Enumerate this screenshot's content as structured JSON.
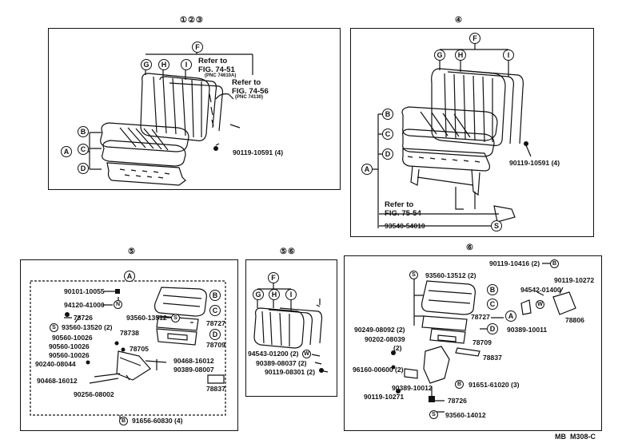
{
  "panels": {
    "p123": {
      "header": "①②③"
    },
    "p4": {
      "header": "④"
    },
    "p5": {
      "header": "⑤"
    },
    "p56": {
      "header": "⑤⑥"
    },
    "p6": {
      "header": "⑥"
    }
  },
  "callouts": {
    "A": "A",
    "B": "B",
    "C": "C",
    "D": "D",
    "F": "F",
    "G": "G",
    "H": "H",
    "I": "I",
    "N": "N",
    "S": "S",
    "W": "W"
  },
  "refs": {
    "ref_fig_7451": "Refer to\nFIG. 74-51",
    "pnc_74610a": "(PNC 74610A)",
    "ref_fig_7456": "Refer to\nFIG. 74-56",
    "pnc_74130": "(PNC 74130)",
    "ref_fig_7554": "Refer to\nFIG. 75-54"
  },
  "parts": {
    "p123_bolt": "90119-10591 (4)",
    "p4_bolt": "90119-10591 (4)",
    "p4_bracket": "93540-54010",
    "p5_90101": "90101-10055",
    "p5_94120": "94120-41000",
    "p5_78726": "78726",
    "p5_93560_left": "93560-13520 (2)",
    "p5_93560_mid": "93560-13512",
    "p5_90560a": "90560-10026",
    "p5_90560b": "90560-10026",
    "p5_90560c": "90560-10026",
    "p5_78738": "78738",
    "p5_78705": "78705",
    "p5_90240": "90240-08044",
    "p5_90468a": "90468-16012",
    "p5_90256": "90256-08002",
    "p5_78727": "78727",
    "p5_78709": "78709",
    "p5_90468b": "90468-16012",
    "p5_90389": "90389-08007",
    "p5_78837": "78837",
    "p5_91656": "91656-60830 (4)",
    "p56_94543": "94543-01200 (2)",
    "p56_90389": "90389-08037 (2)",
    "p56_90119": "90119-08301 (2)",
    "p6_93560a": "93560-13512 (2)",
    "p6_90119a": "90119-10416 (2)",
    "p6_90119b": "90119-10272",
    "p6_94542": "94542-01400",
    "p6_78727": "78727",
    "p6_78806": "78806",
    "p6_90389a": "90389-10011",
    "p6_90249": "90249-08092 (2)",
    "p6_90202": "90202-08039",
    "p6_90202_qty": "(2)",
    "p6_78709": "78709",
    "p6_78837": "78837",
    "p6_96160": "96160-00600 (2)",
    "p6_90389b": "90389-10012",
    "p6_91651": "91651-61020 (3)",
    "p6_90119c": "90119-10271",
    "p6_78726": "78726",
    "p6_93560b": "93560-14012"
  },
  "diagram_code": "MB  M308-C"
}
